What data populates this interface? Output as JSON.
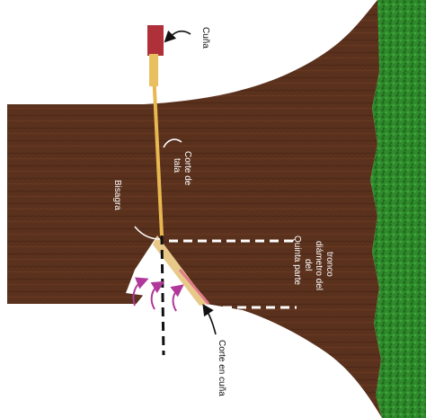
{
  "labels": {
    "wedge": "Cuña",
    "felling_cut": [
      "Corte de",
      "tala"
    ],
    "hinge": "Bisagra",
    "fifth_part": [
      "Quinta parte",
      "del",
      "diámetro del",
      "tronco"
    ],
    "notch_cut": "Corte en cuña"
  },
  "colors": {
    "trunk": "#5e3420",
    "trunk_dark": "#4a2616",
    "grass": "#2f8a2c",
    "grass_dark": "#1f6a1c",
    "wedge": "#b0303a",
    "wedge_handle": "#e8c060",
    "felling_cut": "#e8b850",
    "dashed_guide": "#ffffff",
    "direction_line": "#111111",
    "arrows": "#b0389a",
    "notch_edge": "#e07a8a"
  },
  "icons": {
    "callout_arrow": "curved-arrow",
    "rotation_arrows": "curved-arrow-magenta"
  }
}
